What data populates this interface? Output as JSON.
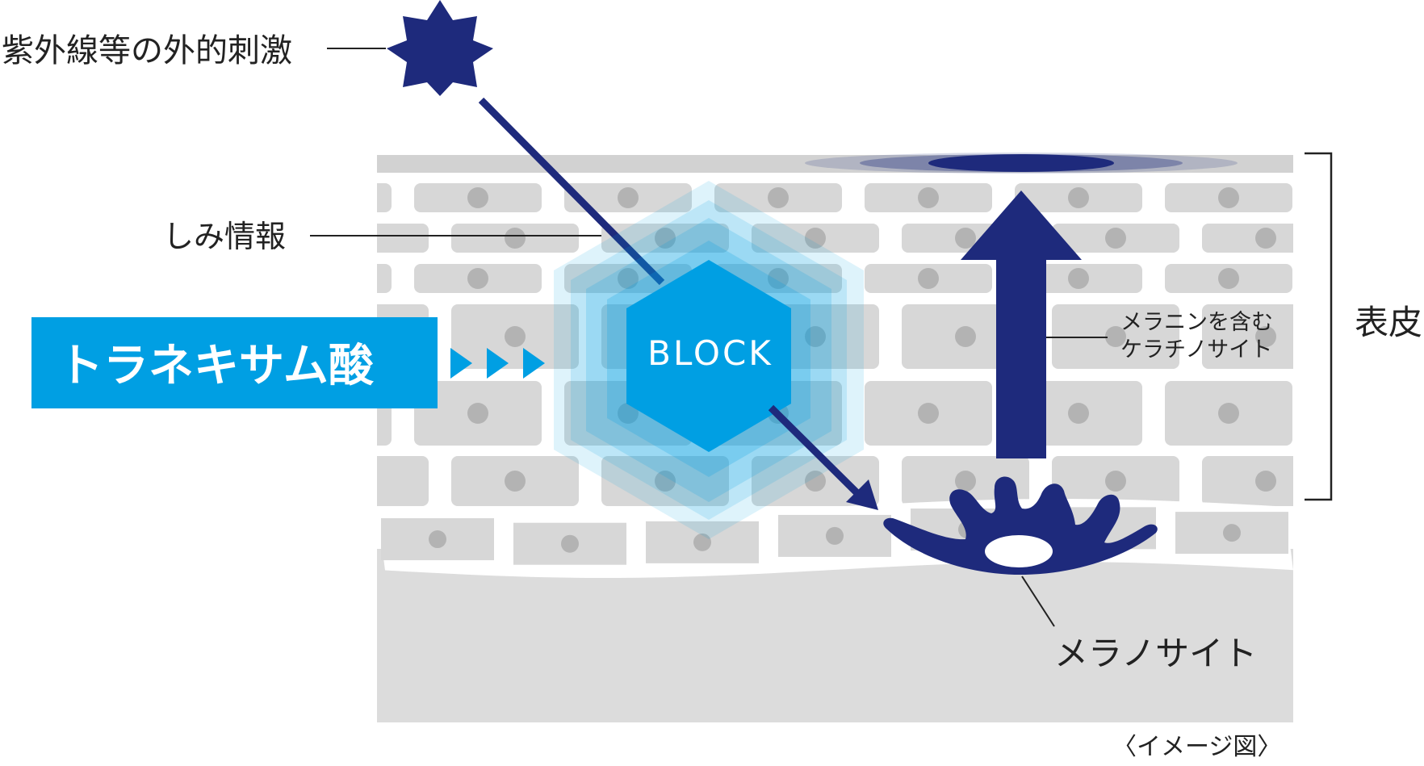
{
  "labels": {
    "uv": "紫外線等の外的刺激",
    "spot_info": "しみ情報",
    "tranexamic": "トラネキサム酸",
    "block": "BLOCK",
    "keratinocyte_line1": "メラニンを含む",
    "keratinocyte_line2": "ケラチノサイト",
    "epidermis": "表皮",
    "melanocyte": "メラノサイト",
    "caption": "〈イメージ図〉"
  },
  "colors": {
    "navy": "#1e2a7c",
    "accent_blue": "#009fe3",
    "light_blue": "#9fd7f5",
    "cell_gray": "#d7d7d7",
    "nucleus_gray": "#b3b3b3",
    "skin_gray": "#dcdcdc",
    "line": "#222222"
  },
  "icons": [
    "uv-star-icon",
    "block-hexagon-icon",
    "arrow-right-icon",
    "melanocyte-icon"
  ]
}
